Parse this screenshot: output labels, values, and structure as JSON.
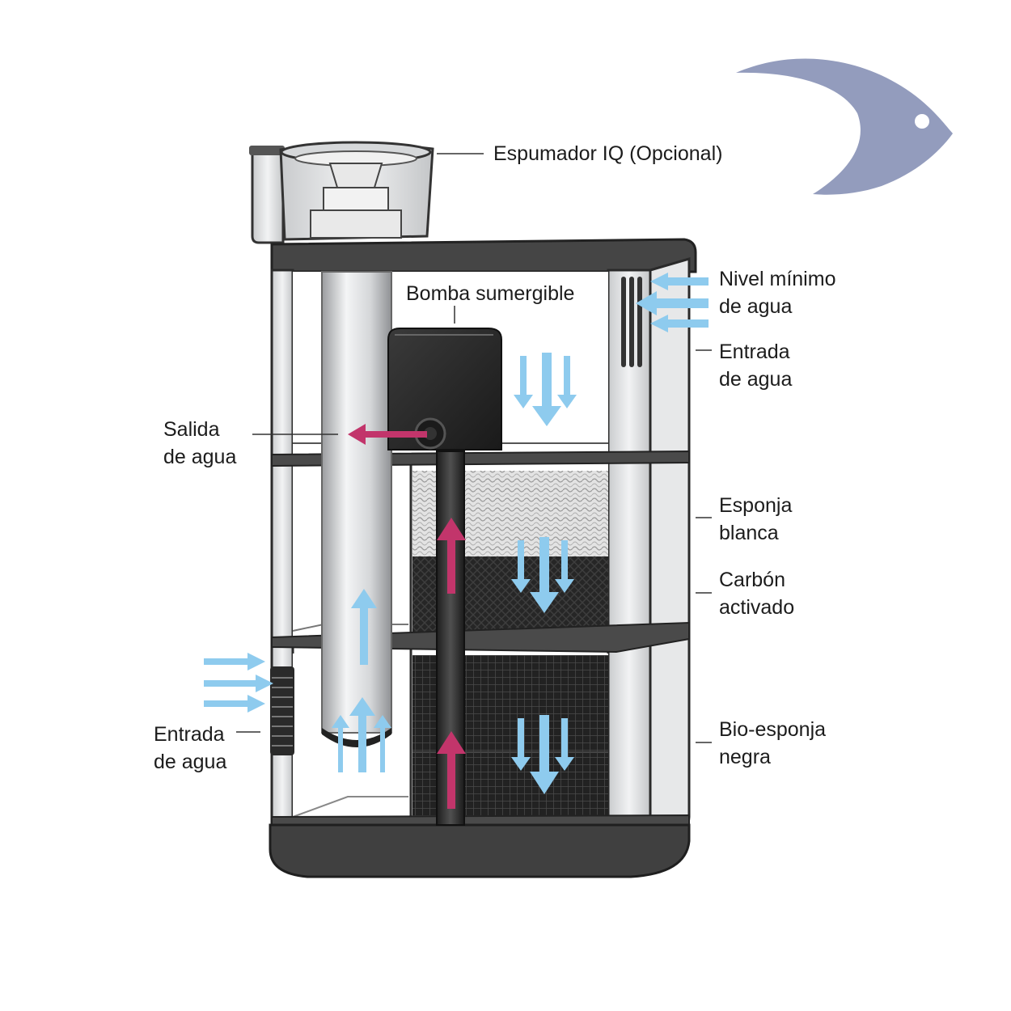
{
  "labels": {
    "skimmer": "Espumador IQ (Opcional)",
    "pump": "Bomba sumergible",
    "min_level": [
      "Nivel mínimo",
      "de agua"
    ],
    "inlet_top": [
      "Entrada",
      "de agua"
    ],
    "outlet": [
      "Salida",
      "de agua"
    ],
    "white_sponge": [
      "Esponja",
      "blanca"
    ],
    "carbon": [
      "Carbón",
      "activado"
    ],
    "inlet_bottom": [
      "Entrada",
      "de agua"
    ],
    "bio_sponge": [
      "Bio-esponja",
      "negra"
    ]
  },
  "colors": {
    "water_arrow": "#8ecbee",
    "pump_arrow": "#c2356b",
    "logo": "#939cbd",
    "frame": "#3a3a3a",
    "panel": "#e4e6e8",
    "media_dark": "#2a2a2a"
  },
  "icons": {
    "logo": "fish-logo-icon"
  }
}
